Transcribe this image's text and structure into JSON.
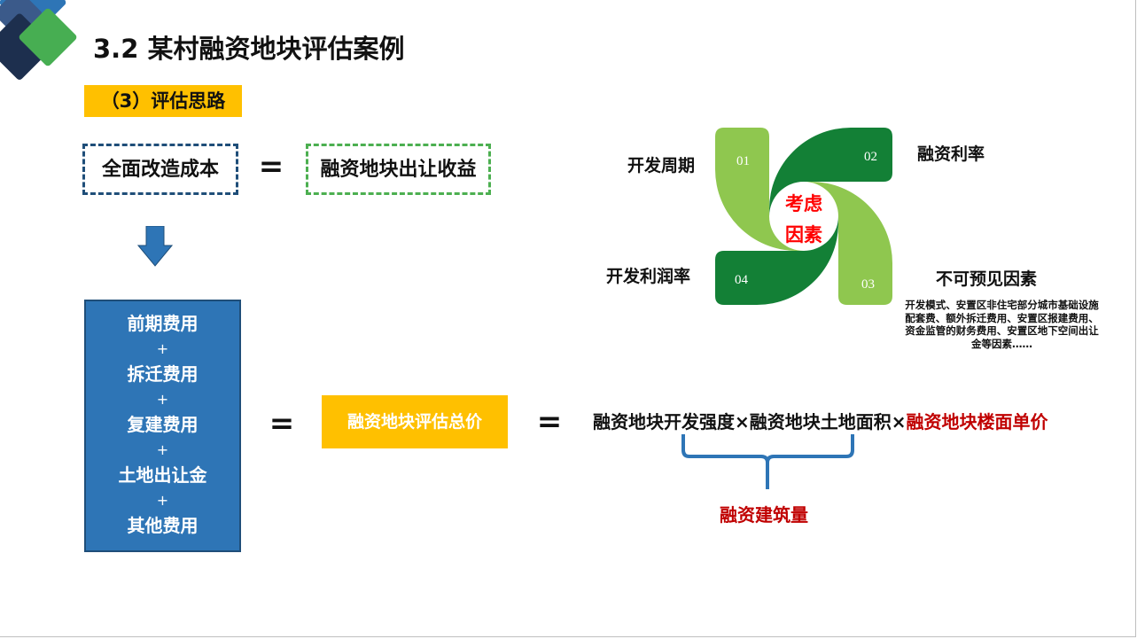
{
  "title": "3.2 某村融资地块评估案例",
  "subtitle": "（3）评估思路",
  "equation1": {
    "left": "全面改造成本",
    "eq": "=",
    "right": "融资地块出让收益"
  },
  "cost_items": [
    "前期费用",
    "+",
    "拆迁费用",
    "+",
    "复建费用",
    "+",
    "土地出让金",
    "+",
    "其他费用"
  ],
  "eq2": "=",
  "total": "融资地块评估总价",
  "eq3": "=",
  "formula": {
    "part1": "融资地块开发强度",
    "times1": "×",
    "part2": "融资地块土地面积",
    "times2": "×",
    "part3": "融资地块楼面单价"
  },
  "volume": "融资建筑量",
  "factors": {
    "center": [
      "考虑",
      "因素"
    ],
    "numbers": [
      "01",
      "02",
      "03",
      "04"
    ],
    "labels": [
      "开发周期",
      "融资利率",
      "不可预见因素",
      "开发利润率"
    ],
    "note": "开发模式、安置区非住宅部分城市基础设施配套费、额外拆迁费用、安置区报建费用、资金监管的财务费用、安置区地下空间出让金等因素……"
  },
  "colors": {
    "yellow": "#FFC000",
    "blue": "#2E75B6",
    "dark_green": "#138036",
    "light_green": "#8FC74F",
    "red": "#C00000"
  }
}
